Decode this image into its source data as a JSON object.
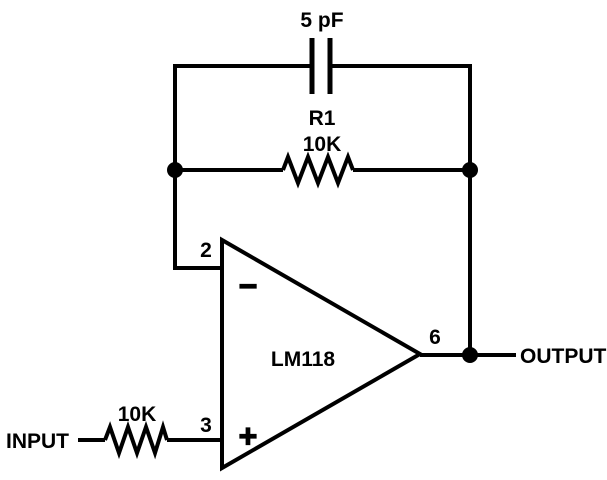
{
  "schematic": {
    "kind": "opamp-inverting-amplifier",
    "labels": {
      "feedback_capacitor": "5 pF",
      "feedback_resistor_ref": "R1",
      "feedback_resistor_value": "10K",
      "input_resistor_value": "10K",
      "opamp_name": "LM118",
      "pin_inverting": "2",
      "pin_noninverting": "3",
      "pin_output": "6",
      "inverting_sign": "−",
      "noninverting_sign": "+",
      "input_port": "INPUT",
      "output_port": "OUTPUT"
    },
    "colors": {
      "line": "#000000",
      "background": "#ffffff"
    }
  }
}
